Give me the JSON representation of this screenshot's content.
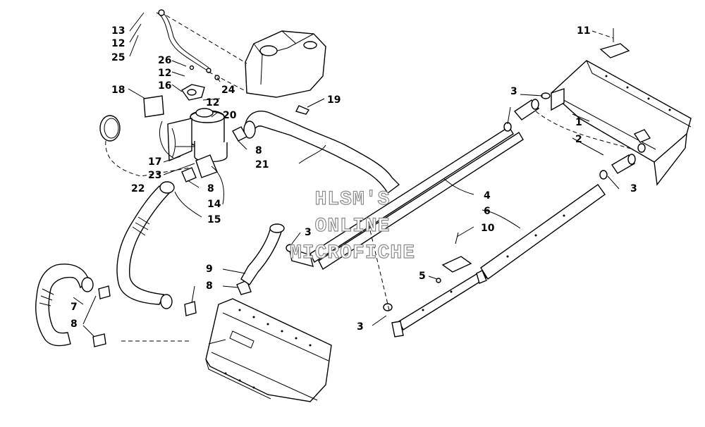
{
  "callouts": {
    "c13": "13",
    "c12a": "12",
    "c25": "25",
    "c26": "26",
    "c12b": "12",
    "c16": "16",
    "c24": "24",
    "c12c": "12",
    "c18": "18",
    "c20": "20",
    "c19": "19",
    "c17": "17",
    "c23": "23",
    "c22": "22",
    "c8a": "8",
    "c21": "21",
    "c8b": "8",
    "c14": "14",
    "c15": "15",
    "c9": "9",
    "c8c": "8",
    "c7": "7",
    "c8d": "8",
    "c3a": "3",
    "c3b": "3",
    "c3c": "3",
    "c3d": "3",
    "c11": "11",
    "c1": "1",
    "c2": "2",
    "c4": "4",
    "c6": "6",
    "c10": "10",
    "c5": "5"
  },
  "watermark": {
    "line1": "HLSM'S",
    "line2": "ONLINE",
    "line3": "MICROFICHE"
  },
  "colors": {
    "ink": "#000000",
    "watermark_outline": "#8a8a8a",
    "background": "#ffffff"
  }
}
